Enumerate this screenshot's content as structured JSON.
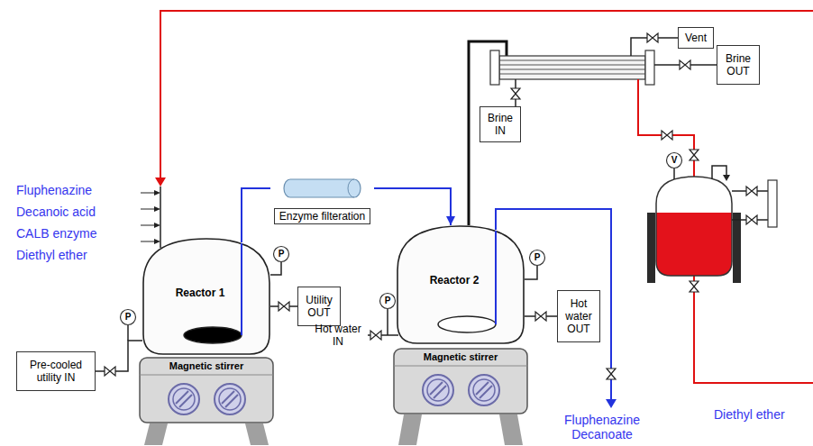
{
  "diagram": {
    "nodes": [
      {
        "text": [
          "Reactor 1"
        ]
      },
      {
        "text": [
          "Magnetic stirrer"
        ]
      },
      {
        "text": [
          "Pre-cooled utility IN"
        ]
      },
      {
        "text": [
          "Utility OUT"
        ]
      },
      {
        "text": [
          "Enzyme filteration"
        ]
      },
      {
        "text": [
          "Reactor 2"
        ]
      },
      {
        "text": [
          "Magnetic stirrer"
        ]
      },
      {
        "text": [
          "Hot water OUT"
        ]
      },
      {
        "text": [
          "Brine IN"
        ]
      },
      {
        "text": [
          "Vent"
        ]
      },
      {
        "text": [
          "Brine OUT"
        ]
      }
    ],
    "edges": [
      {
        "from": 0,
        "to": 4,
        "arrow": "none"
      },
      {
        "from": 4,
        "to": 5,
        "arrow": "to"
      },
      {
        "from": 2,
        "to": 0,
        "arrow": "none"
      },
      {
        "from": 0,
        "to": 3,
        "arrow": "none"
      },
      {
        "from": 5,
        "to": 7,
        "arrow": "none"
      }
    ],
    "labels": [
      "Fluphenazine",
      "Decanoic acid",
      "CALB enzyme",
      "Diethyl ether",
      "P",
      "P",
      "Hot water IN",
      "P",
      "P",
      "V",
      "Fluphenazine Decanoate",
      "Diethyl ether"
    ]
  }
}
